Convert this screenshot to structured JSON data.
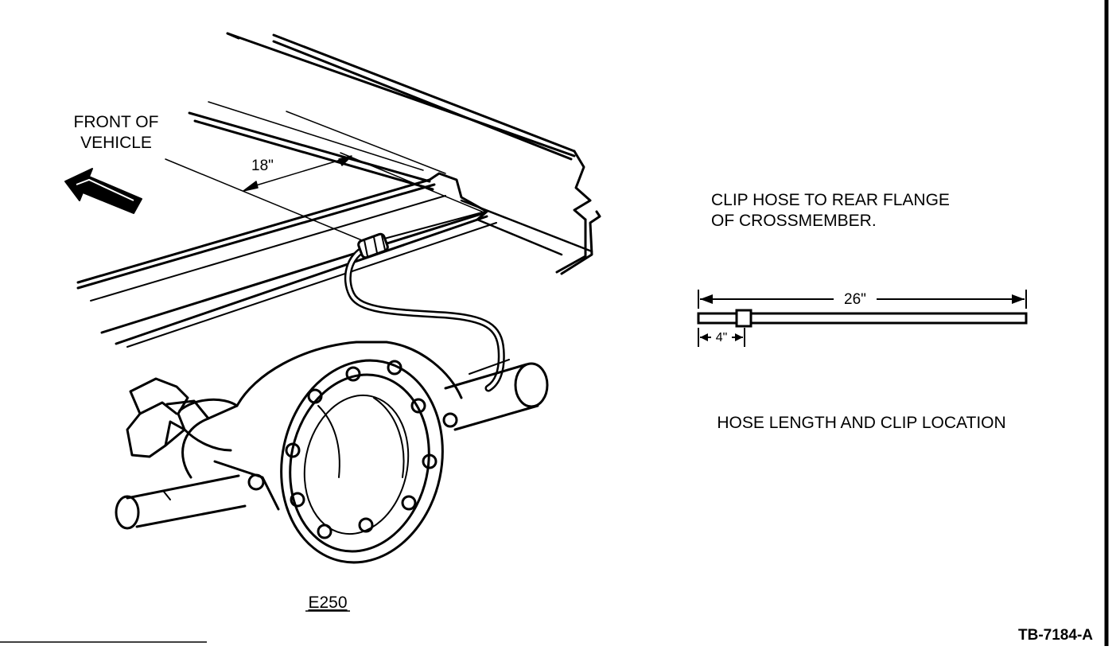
{
  "diagram": {
    "labels": {
      "front_line1": "FRONT OF",
      "front_line2": "VEHICLE",
      "clip_distance": "18\"",
      "model": "E250",
      "instruction_line1": "CLIP HOSE TO REAR FLANGE",
      "instruction_line2": "OF CROSSMEMBER.",
      "hose_length": "26\"",
      "clip_offset": "4\"",
      "detail_caption": "HOSE LENGTH AND CLIP LOCATION",
      "figure_id": "TB-7184-A"
    },
    "icons": {
      "direction": "arrow-left-icon",
      "assembly": "rear-axle-icon"
    },
    "colors": {
      "ink": "#000000",
      "paper": "#ffffff"
    }
  }
}
